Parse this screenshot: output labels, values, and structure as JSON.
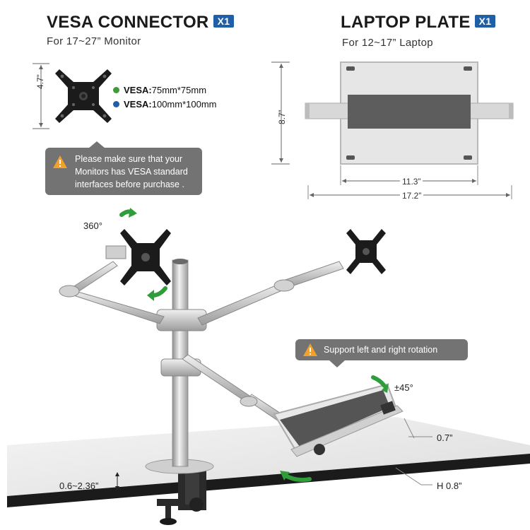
{
  "vesa": {
    "title": "VESA CONNECTOR",
    "qty": "X1",
    "subtitle": "For 17~27” Monitor",
    "height_dim": "4.7”",
    "spec1_prefix": "VESA:",
    "spec1_value": "75mm*75mm",
    "spec2_prefix": "VESA:",
    "spec2_value": "100mm*100mm",
    "spec1_color": "#3e9a3e",
    "spec2_color": "#1f5fa8"
  },
  "laptop": {
    "title": "LAPTOP PLATE",
    "qty": "X1",
    "subtitle": "For 12~17” Laptop",
    "height_dim": "8.7”",
    "inner_width_dim": "11.3”",
    "outer_width_dim": "17.2”"
  },
  "notice": {
    "icon": "warning-icon",
    "line1": "Please make sure that your",
    "line2": "Monitors has VESA standard",
    "line3": "interfaces before purchase ."
  },
  "rotation_callout": {
    "icon": "warning-icon",
    "text": "Support left and right rotation"
  },
  "labels": {
    "swivel": "360°",
    "tilt": "±45°",
    "lip": "0.7”",
    "plate_height": "H 0.8”",
    "clamp_range": "0.6~2.36”"
  },
  "colors": {
    "badge": "#1f5fa8",
    "callout": "#737373",
    "arrow": "#2e9d3a",
    "warning": "#f2a12b"
  }
}
